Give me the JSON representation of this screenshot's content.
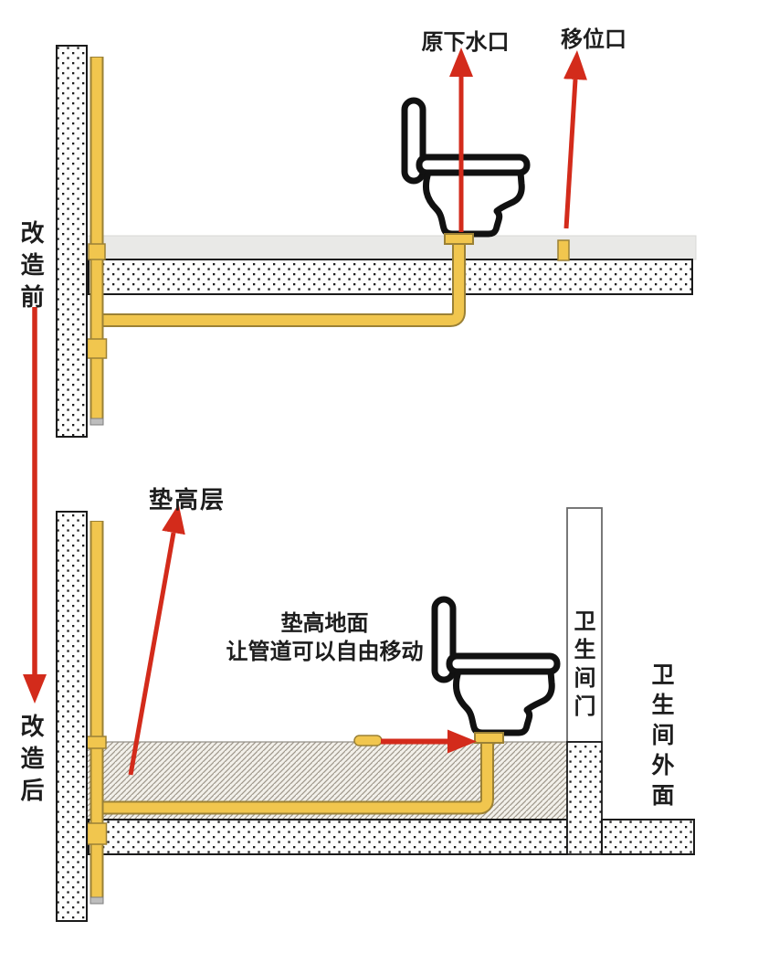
{
  "diagram": {
    "type": "bathroom-drain-relocation-section-diagram",
    "timeline": {
      "before_label": "改造前",
      "after_label": "改造后"
    },
    "top_section": {
      "original_drain_label": "原下水口",
      "relocated_outlet_label": "移位口"
    },
    "bottom_section": {
      "raised_layer_label": "垫高层",
      "note_line1": "垫高地面",
      "note_line2": "让管道可以自由移动",
      "door_label": "卫生间门",
      "outside_label": "卫生间外面"
    },
    "colors": {
      "pipe_fill": "#F1C64E",
      "pipe_edge": "#9B8136",
      "arrow_red": "#D32B1B",
      "outline": "#1A1A1A",
      "floor_strip": "#E9E9E7",
      "hatch_line": "#9E978A"
    }
  }
}
